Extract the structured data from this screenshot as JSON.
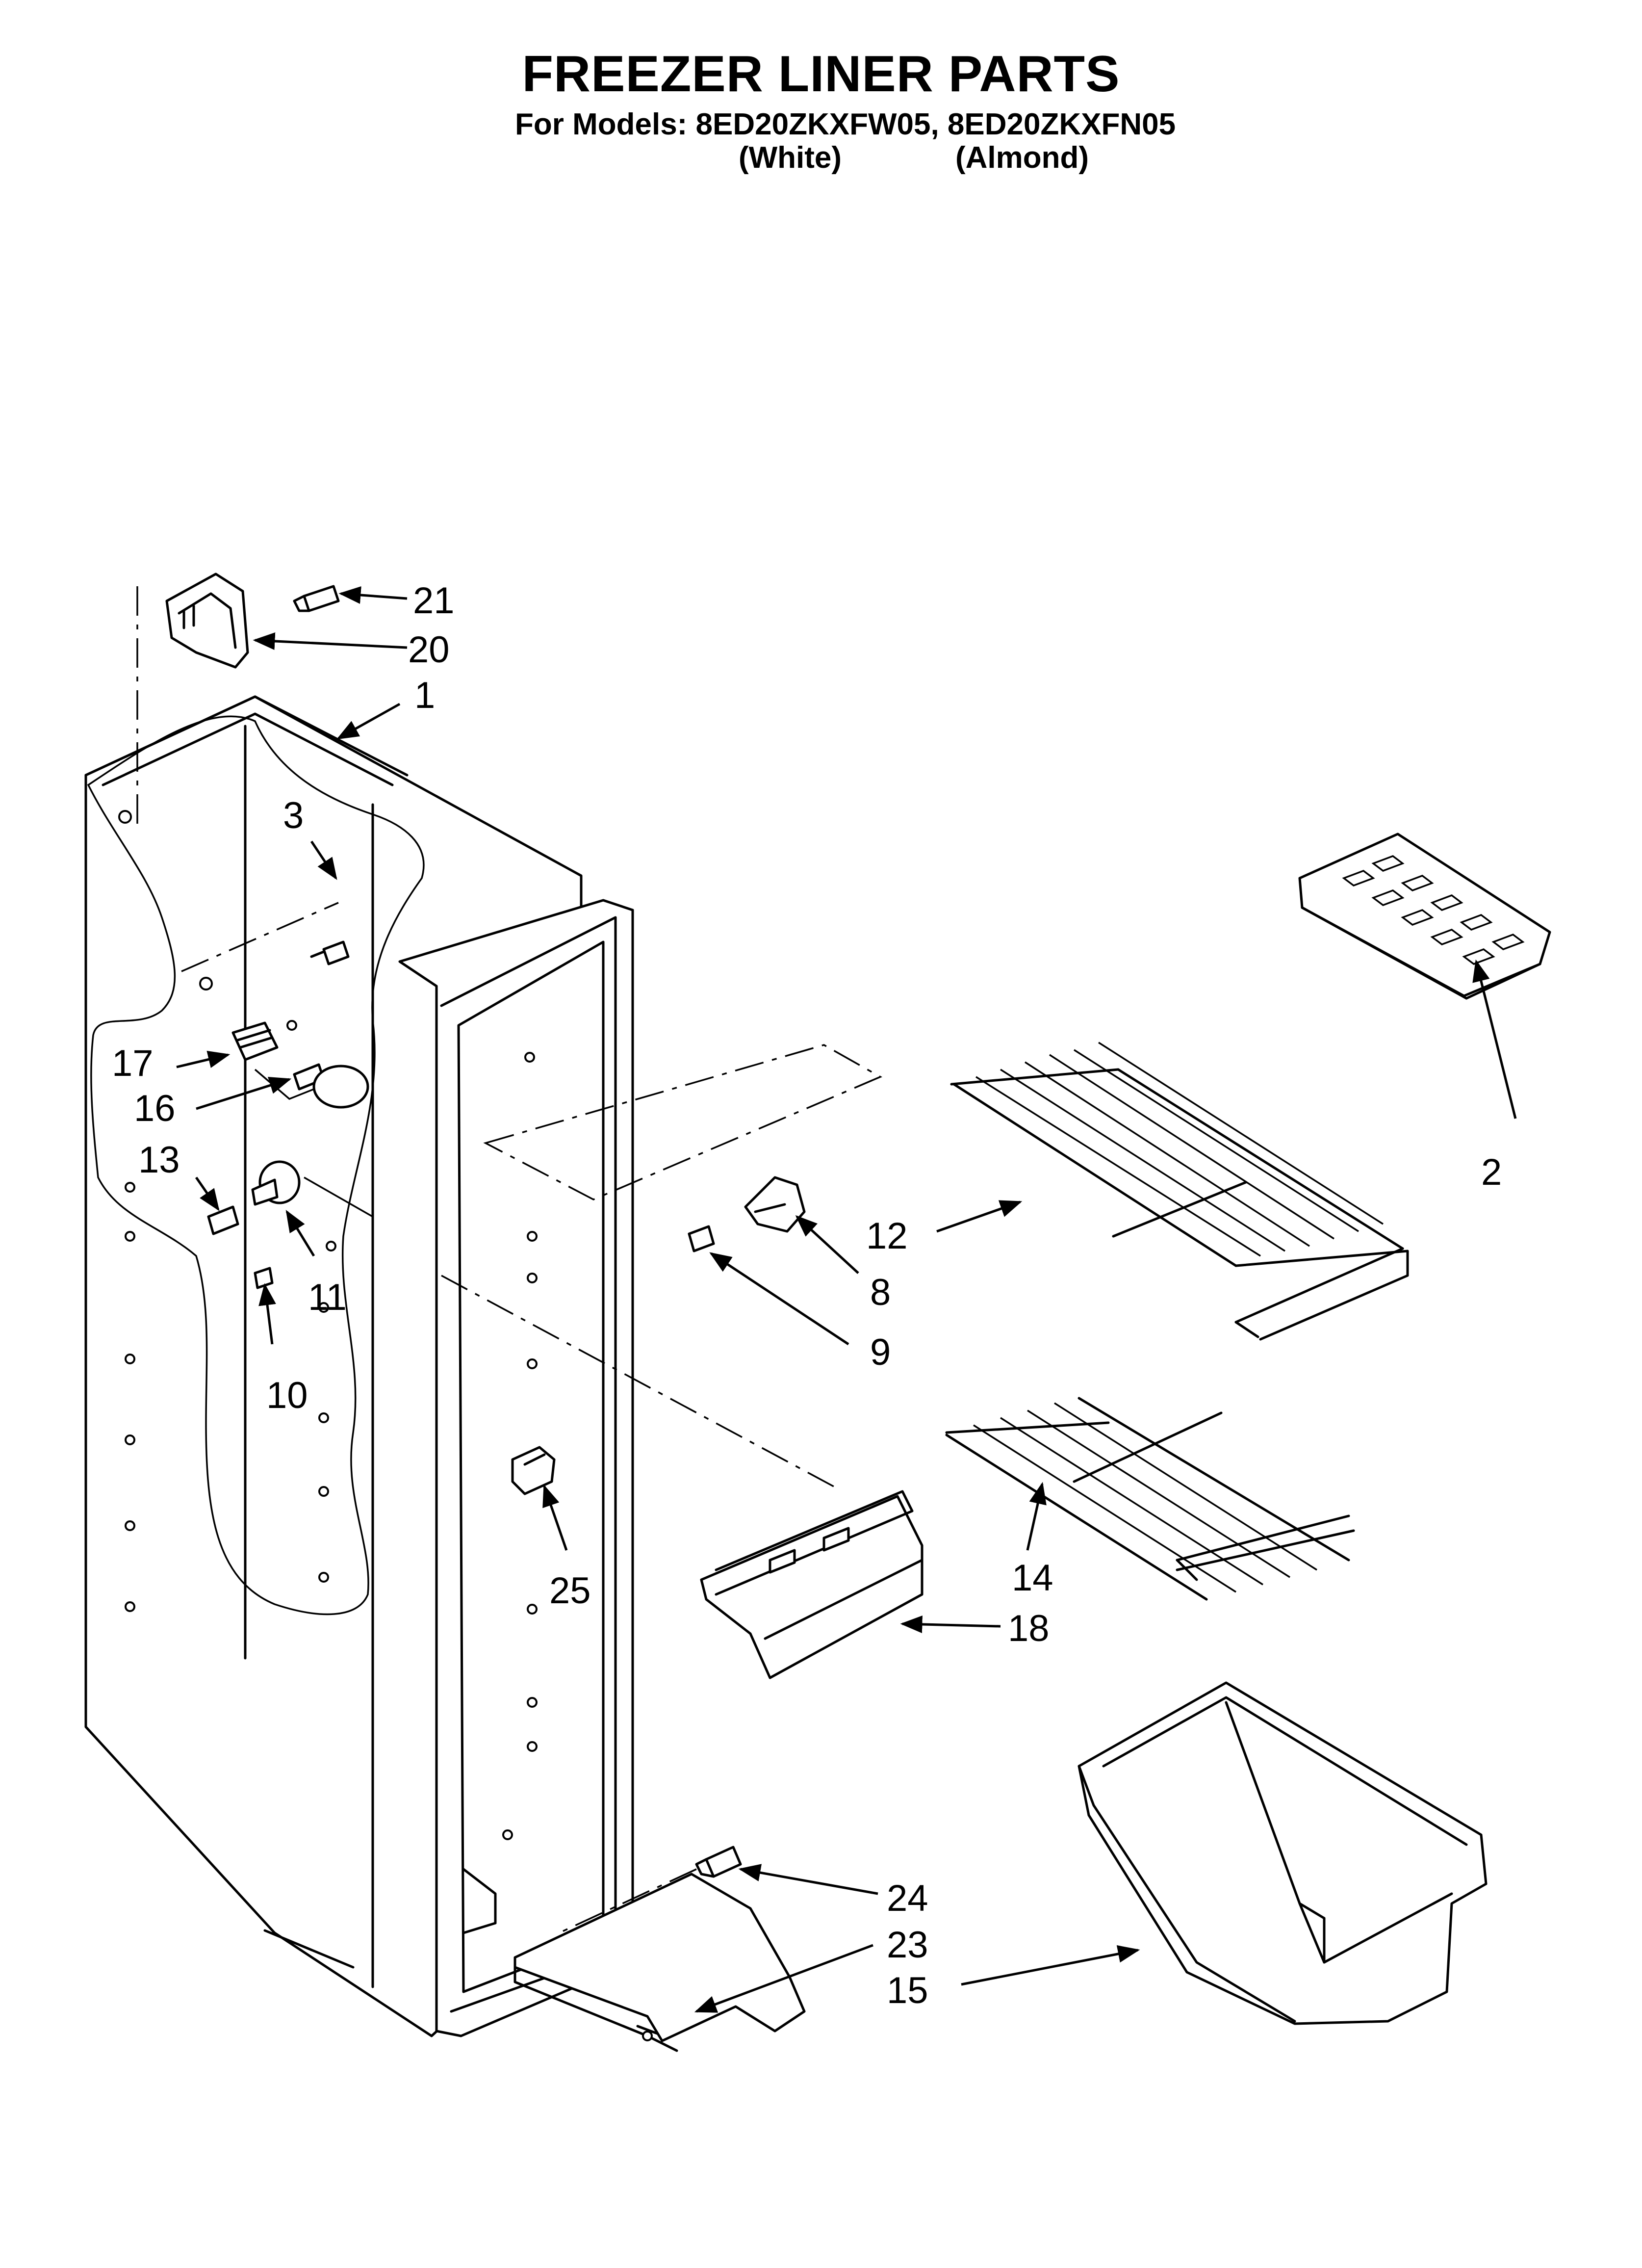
{
  "header": {
    "title": "FREEZER LINER PARTS",
    "models_line": "For Models: 8ED20ZKXFW05, 8ED20ZKXFN05",
    "variant_white": "(White)",
    "variant_almond": "(Almond)"
  },
  "callouts": {
    "c1": "1",
    "c2": "2",
    "c3": "3",
    "c8": "8",
    "c9": "9",
    "c10": "10",
    "c11": "11",
    "c12": "12",
    "c13": "13",
    "c14": "14",
    "c15": "15",
    "c16": "16",
    "c17": "17",
    "c18": "18",
    "c20": "20",
    "c21": "21",
    "c23": "23",
    "c24": "24",
    "c25": "25"
  }
}
